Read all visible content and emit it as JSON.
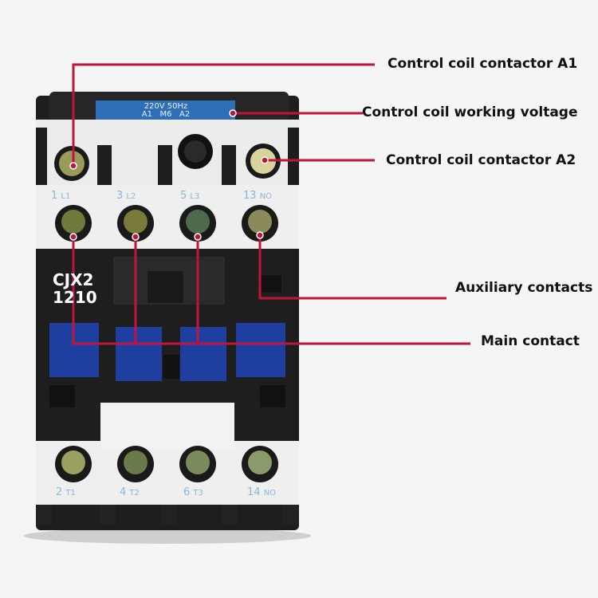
{
  "annotations": {
    "coil_a1": "Control coil contactor A1",
    "coil_voltage": "Control coil working voltage",
    "coil_a2": "Control coil contactor A2",
    "auxiliary": "Auxiliary contacts",
    "main": "Main contact"
  },
  "nameplate": {
    "rating": "220V 50Hz",
    "terminals": "A1   M6   A2"
  },
  "model": {
    "line1": "CJX2",
    "line2": "1210"
  },
  "top_terminals": [
    {
      "num": "1",
      "tag": "L1"
    },
    {
      "num": "3",
      "tag": "L2"
    },
    {
      "num": "5",
      "tag": "L3"
    },
    {
      "num": "13",
      "tag": "NO"
    }
  ],
  "bottom_terminals": [
    {
      "num": "2",
      "tag": "T1"
    },
    {
      "num": "4",
      "tag": "T2"
    },
    {
      "num": "6",
      "tag": "T3"
    },
    {
      "num": "14",
      "tag": "NO"
    }
  ],
  "colors": {
    "leader_line": "#c0143c",
    "housing_dark": "#1e1e1e",
    "housing_white": "#eeeeee",
    "blue_parts": "#1f3fa0",
    "terminal_text": "#8ab8d8"
  }
}
